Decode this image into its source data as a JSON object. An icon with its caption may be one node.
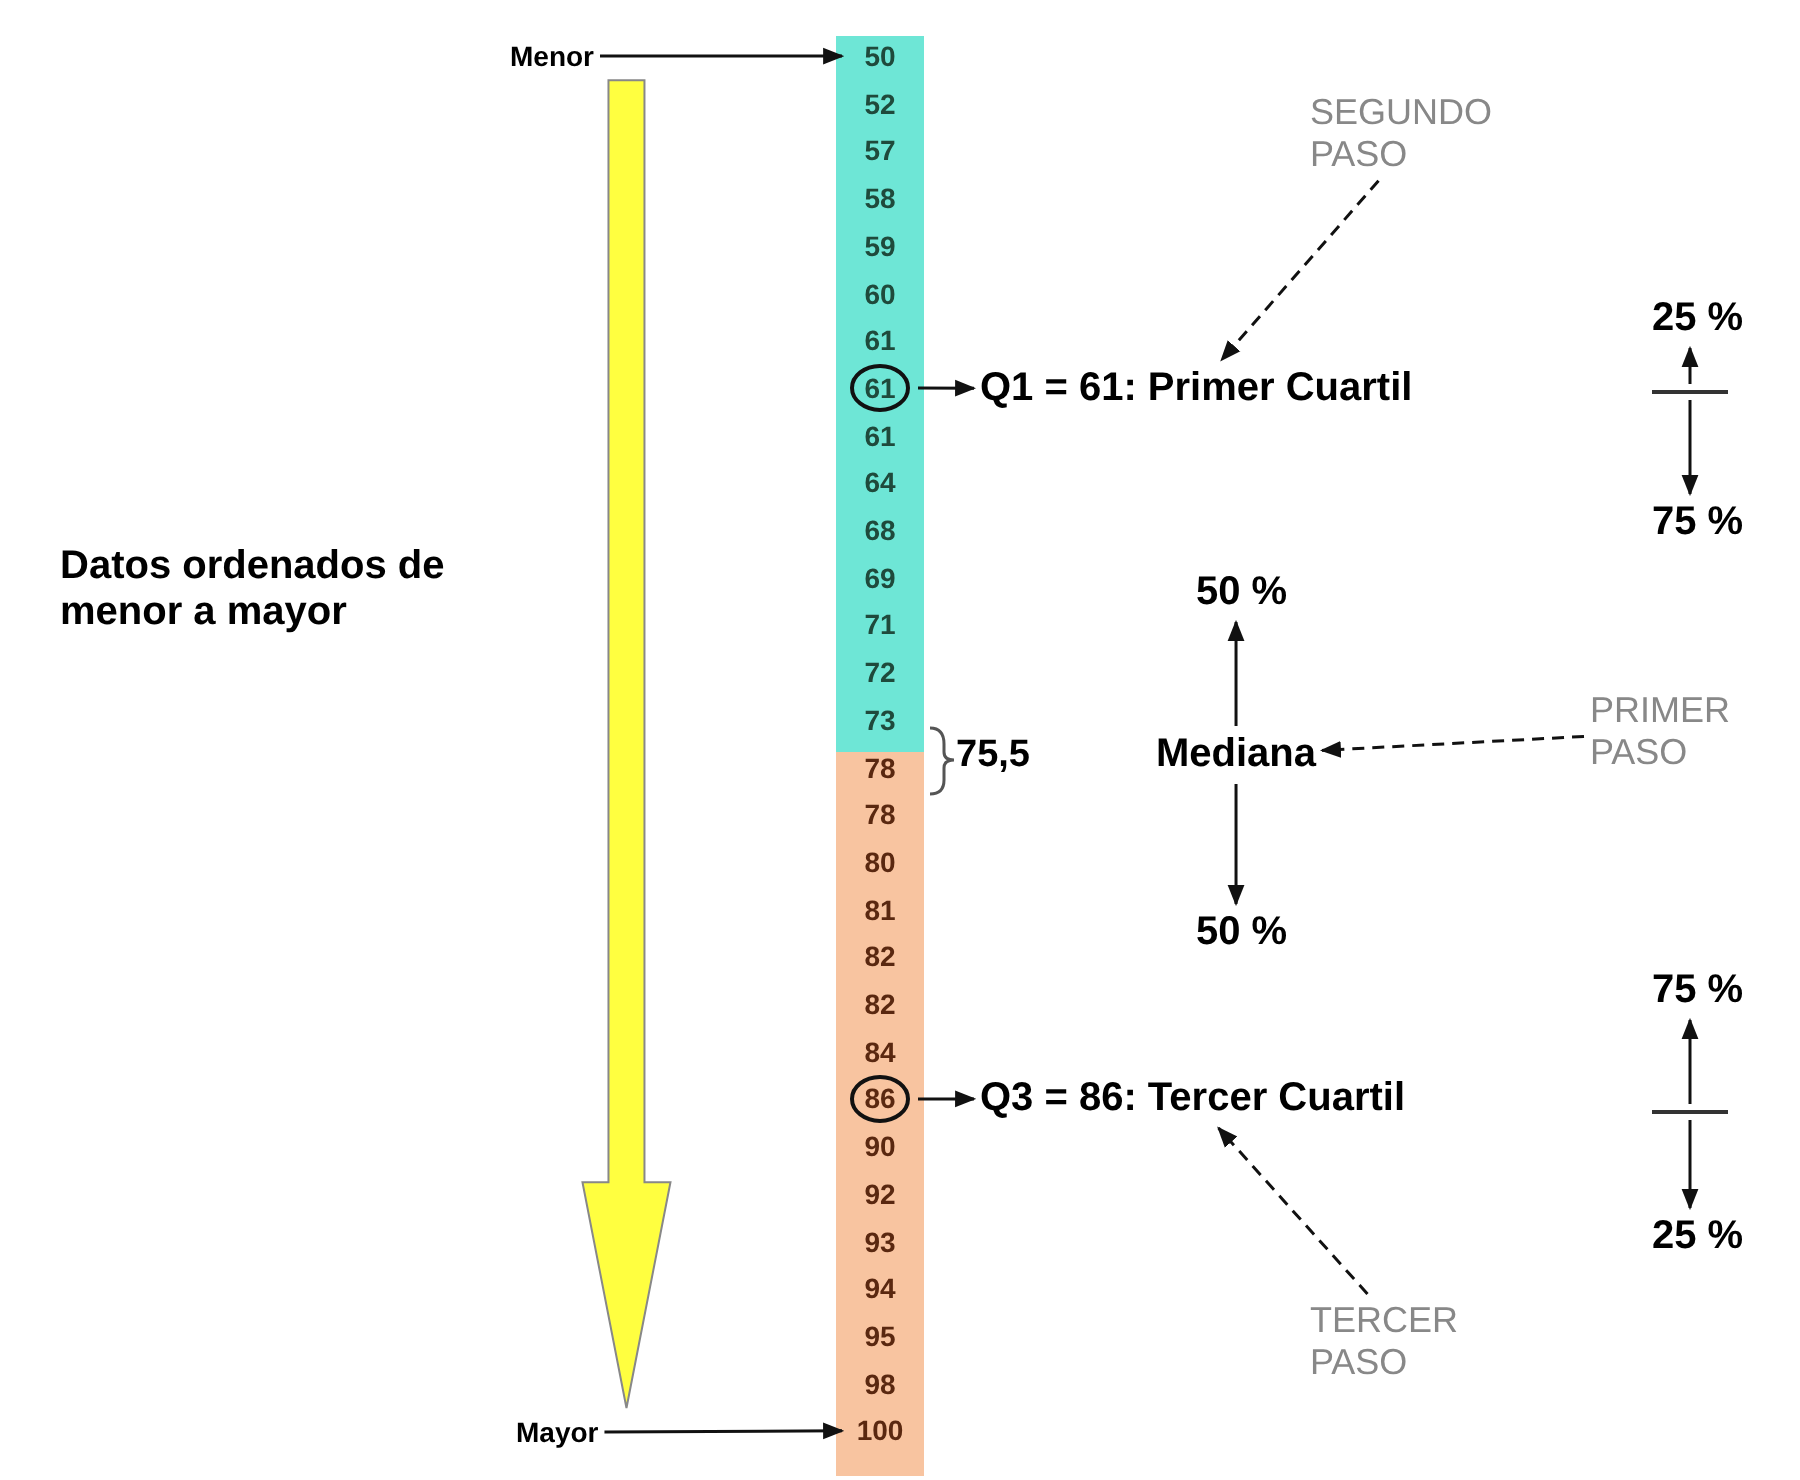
{
  "diagram": {
    "nodes": [
      {
        "text": [],
        "shape": "bar"
      },
      {
        "text": [
          "50"
        ],
        "in": 0
      },
      {
        "text": [
          "52"
        ],
        "in": 0
      },
      {
        "text": [
          "57"
        ],
        "in": 0
      },
      {
        "text": [
          "58"
        ],
        "in": 0
      },
      {
        "text": [
          "59"
        ],
        "in": 0
      },
      {
        "text": [
          "60"
        ],
        "in": 0
      },
      {
        "text": [
          "61"
        ],
        "in": 0
      },
      {
        "text": [
          "61"
        ],
        "in": 0
      },
      {
        "text": [
          "61"
        ],
        "in": 0
      },
      {
        "text": [
          "64"
        ],
        "in": 0
      },
      {
        "text": [
          "68"
        ],
        "in": 0
      },
      {
        "text": [
          "69"
        ],
        "in": 0
      },
      {
        "text": [
          "71"
        ],
        "in": 0
      },
      {
        "text": [
          "72"
        ],
        "in": 0
      },
      {
        "text": [
          "73"
        ],
        "in": 0
      },
      {
        "text": [],
        "shape": "bar"
      },
      {
        "text": [
          "78"
        ],
        "in": 16
      },
      {
        "text": [
          "78"
        ],
        "in": 16
      },
      {
        "text": [
          "80"
        ],
        "in": 16
      },
      {
        "text": [
          "81"
        ],
        "in": 16
      },
      {
        "text": [
          "82"
        ],
        "in": 16
      },
      {
        "text": [
          "82"
        ],
        "in": 16
      },
      {
        "text": [
          "84"
        ],
        "in": 16
      },
      {
        "text": [
          "86"
        ],
        "in": 16
      },
      {
        "text": [
          "90"
        ],
        "in": 16
      },
      {
        "text": [
          "92"
        ],
        "in": 16
      },
      {
        "text": [
          "93"
        ],
        "in": 16
      },
      {
        "text": [
          "94"
        ],
        "in": 16
      },
      {
        "text": [
          "95"
        ],
        "in": 16
      },
      {
        "text": [
          "98"
        ],
        "in": 16
      },
      {
        "text": [
          "100"
        ],
        "in": 16
      },
      {
        "text": [
          "Menor"
        ]
      },
      {
        "text": [
          "Mayor"
        ]
      },
      {
        "text": [
          "Q1 = 61: Primer Cuartil"
        ]
      },
      {
        "text": [
          "Q3 = 86: Tercer Cuartil"
        ]
      },
      {
        "text": [
          "Mediana"
        ]
      },
      {
        "text": [
          "50 %"
        ]
      },
      {
        "text": [
          "50 %"
        ]
      },
      {
        "text": [
          "SEGUNDO PASO"
        ]
      },
      {
        "text": [
          "PRIMER PASO"
        ]
      },
      {
        "text": [
          "TERCER PASO"
        ]
      },
      {
        "text": [
          "25 %"
        ]
      },
      {
        "text": [],
        "shape": "bar"
      },
      {
        "text": [
          "75 %"
        ]
      },
      {
        "text": [
          "75 %"
        ]
      },
      {
        "text": [],
        "shape": "bar"
      },
      {
        "text": [
          "25 %"
        ]
      }
    ],
    "edges": [
      {
        "from": 32,
        "to": 33,
        "arrow": "to",
        "style": "thick",
        "color": "#ffff40"
      },
      {
        "from": 32,
        "to": 1,
        "arrow": "to"
      },
      {
        "from": 33,
        "to": 31,
        "arrow": "to"
      },
      {
        "from": 8,
        "to": 34,
        "arrow": "to"
      },
      {
        "from": 24,
        "to": 35,
        "arrow": "to"
      },
      {
        "from": 39,
        "to": 34,
        "arrow": "to",
        "style": "dashed"
      },
      {
        "from": 40,
        "to": 36,
        "arrow": "to",
        "style": "dashed"
      },
      {
        "from": 41,
        "to": 35,
        "arrow": "to",
        "style": "dashed"
      },
      {
        "from": 36,
        "to": 37,
        "arrow": "to"
      },
      {
        "from": 36,
        "to": 38,
        "arrow": "to"
      },
      {
        "from": 43,
        "to": 42,
        "arrow": "to"
      },
      {
        "from": 43,
        "to": 44,
        "arrow": "to"
      },
      {
        "from": 46,
        "to": 45,
        "arrow": "to"
      },
      {
        "from": 46,
        "to": 47,
        "arrow": "to"
      }
    ],
    "labels": [
      "Datos ordenados de menor a mayor",
      "75,5"
    ]
  }
}
